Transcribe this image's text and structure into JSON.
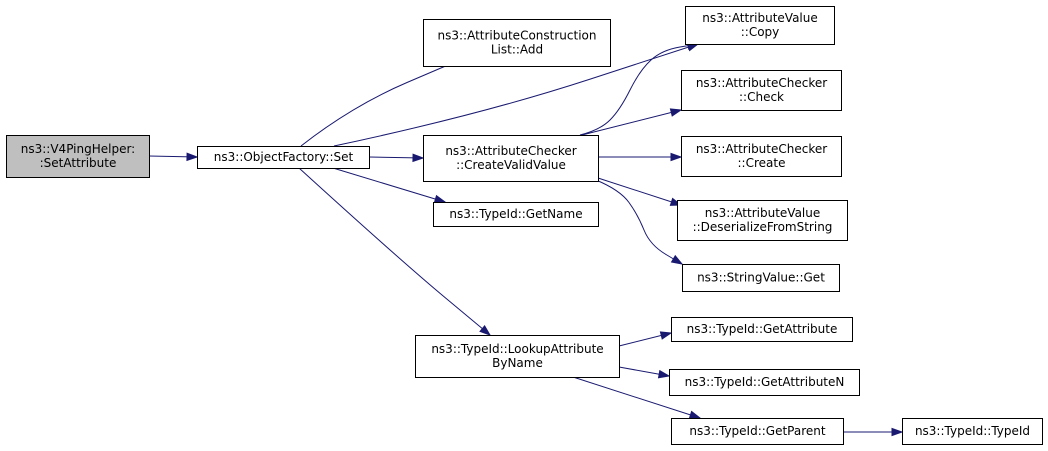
{
  "colors": {
    "edge": "#191970",
    "node_border": "#000000",
    "root_fill": "#bfbfbf",
    "node_fill": "#ffffff"
  },
  "nodes": [
    {
      "id": "v4ping",
      "lines": [
        "ns3::V4PingHelper:",
        ":SetAttribute"
      ],
      "root": true
    },
    {
      "id": "ofset",
      "lines": [
        "ns3::ObjectFactory::Set"
      ]
    },
    {
      "id": "aclAdd",
      "lines": [
        "ns3::AttributeConstruction",
        "List::Add"
      ]
    },
    {
      "id": "avCopy",
      "lines": [
        "ns3::AttributeValue",
        "::Copy"
      ]
    },
    {
      "id": "acCreateValid",
      "lines": [
        "ns3::AttributeChecker",
        "::CreateValidValue"
      ]
    },
    {
      "id": "tiGetName",
      "lines": [
        "ns3::TypeId::GetName"
      ]
    },
    {
      "id": "tiLookup",
      "lines": [
        "ns3::TypeId::LookupAttribute",
        "ByName"
      ]
    },
    {
      "id": "acCheck",
      "lines": [
        "ns3::AttributeChecker",
        "::Check"
      ]
    },
    {
      "id": "acCreate",
      "lines": [
        "ns3::AttributeChecker",
        "::Create"
      ]
    },
    {
      "id": "avDeser",
      "lines": [
        "ns3::AttributeValue",
        "::DeserializeFromString"
      ]
    },
    {
      "id": "svGet",
      "lines": [
        "ns3::StringValue::Get"
      ]
    },
    {
      "id": "tiGetAttr",
      "lines": [
        "ns3::TypeId::GetAttribute"
      ]
    },
    {
      "id": "tiGetAttrN",
      "lines": [
        "ns3::TypeId::GetAttributeN"
      ]
    },
    {
      "id": "tiGetParent",
      "lines": [
        "ns3::TypeId::GetParent"
      ]
    },
    {
      "id": "tiTypeId",
      "lines": [
        "ns3::TypeId::TypeId"
      ]
    }
  ],
  "edges": [
    {
      "from": "v4ping",
      "to": "ofset"
    },
    {
      "from": "ofset",
      "to": "aclAdd"
    },
    {
      "from": "ofset",
      "to": "avCopy"
    },
    {
      "from": "ofset",
      "to": "acCreateValid"
    },
    {
      "from": "ofset",
      "to": "tiGetName"
    },
    {
      "from": "ofset",
      "to": "tiLookup"
    },
    {
      "from": "acCreateValid",
      "to": "avCopy"
    },
    {
      "from": "acCreateValid",
      "to": "acCheck"
    },
    {
      "from": "acCreateValid",
      "to": "acCreate"
    },
    {
      "from": "acCreateValid",
      "to": "avDeser"
    },
    {
      "from": "acCreateValid",
      "to": "svGet"
    },
    {
      "from": "tiLookup",
      "to": "tiGetAttr"
    },
    {
      "from": "tiLookup",
      "to": "tiGetAttrN"
    },
    {
      "from": "tiLookup",
      "to": "tiGetParent"
    },
    {
      "from": "tiGetParent",
      "to": "tiTypeId"
    }
  ]
}
